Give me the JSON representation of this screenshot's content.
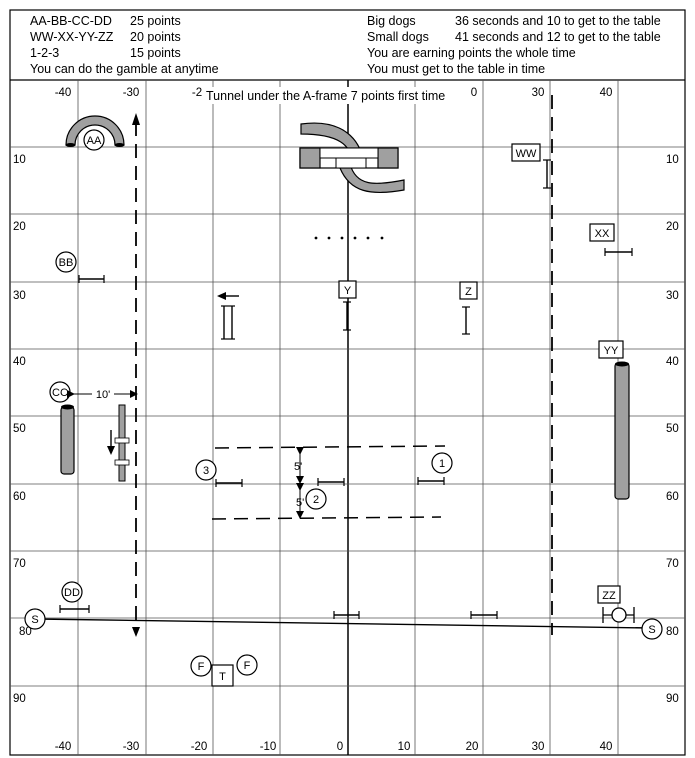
{
  "header": {
    "left": [
      {
        "name": "AA-BB-CC-DD",
        "points": "25 points"
      },
      {
        "name": "WW-XX-YY-ZZ",
        "points": "20 points"
      },
      {
        "name": "1-2-3",
        "points": "15 points"
      },
      {
        "name": "You can do the gamble at anytime",
        "points": ""
      }
    ],
    "right": [
      {
        "name": "Big dogs",
        "detail": "36 seconds and 10 to get to the table"
      },
      {
        "name": "Small dogs",
        "detail": "41 seconds and 12 to get to the table"
      },
      {
        "name": "You are earning points the whole time",
        "detail": ""
      },
      {
        "name": "You must get to the table in time",
        "detail": ""
      }
    ]
  },
  "axes": {
    "x_top": [
      "-40",
      "-30",
      "-2",
      "0",
      "30",
      "40"
    ],
    "x_bottom": [
      "-40",
      "-30",
      "-20",
      "-10",
      "0",
      "10",
      "20",
      "30",
      "40"
    ],
    "y_left": [
      "10",
      "20",
      "30",
      "40",
      "50",
      "60",
      "70",
      "80",
      "90"
    ],
    "y_right": [
      "10",
      "20",
      "30",
      "40",
      "50",
      "60",
      "70",
      "80",
      "90"
    ]
  },
  "tunnel_note": "Tunnel under the A-frame 7 points first time",
  "markers": {
    "AA": "AA",
    "BB": "BB",
    "CC": "CC",
    "DD": "DD",
    "WW": "WW",
    "XX": "XX",
    "YY": "YY",
    "ZZ": "ZZ",
    "Y": "Y",
    "Z": "Z",
    "T": "T",
    "F": "F",
    "S": "S",
    "one": "1",
    "two": "2",
    "three": "3"
  },
  "dimensions": {
    "ten_feet": "10'",
    "five_feet_a": "5'",
    "five_feet_b": "5'"
  }
}
